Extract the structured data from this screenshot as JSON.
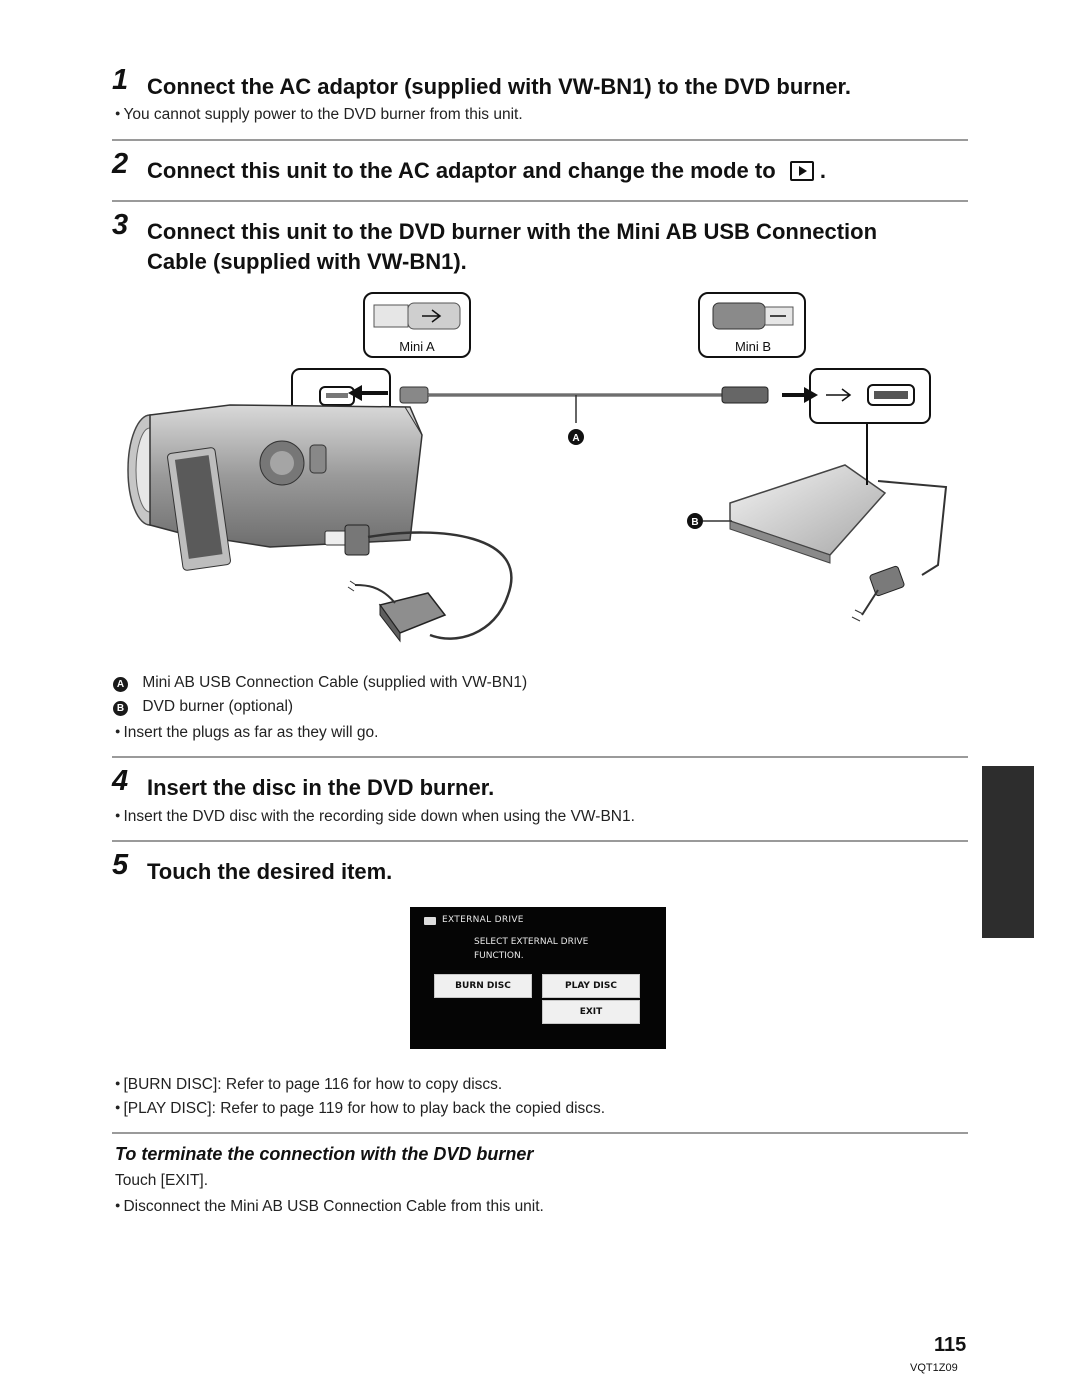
{
  "steps": [
    {
      "num": "1",
      "title": "Connect the AC adaptor (supplied with VW-BN1) to the DVD burner.",
      "note": "You cannot supply power to the DVD burner from this unit."
    },
    {
      "num": "2",
      "title": "Connect this unit to the AC adaptor and change the mode to",
      "title_end": "."
    },
    {
      "num": "3",
      "title": "Connect this unit to the DVD burner with the Mini AB USB Connection",
      "title_line2": "Cable (supplied with VW-BN1)."
    },
    {
      "num": "4",
      "title": "Insert the disc in the DVD burner.",
      "note": "Insert the DVD disc with the recording side down when using the VW-BN1."
    },
    {
      "num": "5",
      "title": "Touch the desired item."
    }
  ],
  "diagram": {
    "mini_a_label": "Mini A",
    "mini_b_label": "Mini B",
    "callout_a": "A",
    "callout_b": "B",
    "legend": [
      {
        "badge": "A",
        "text": "Mini AB USB Connection Cable (supplied with VW-BN1)"
      },
      {
        "badge": "B",
        "text": "DVD burner (optional)"
      }
    ],
    "note": "Insert the plugs as far as they will go."
  },
  "screen": {
    "header": "EXTERNAL DRIVE",
    "message_line1": "SELECT EXTERNAL DRIVE",
    "message_line2": "FUNCTION.",
    "buttons": {
      "burn": "BURN DISC",
      "play": "PLAY DISC",
      "exit": "EXIT"
    }
  },
  "after_screen_notes": [
    "[BURN DISC]: Refer to page 116 for how to copy discs.",
    "[PLAY DISC]: Refer to page 119 for how to play back the copied discs."
  ],
  "terminate": {
    "heading": "To terminate the connection with the DVD burner",
    "text": "Touch [EXIT].",
    "note": "Disconnect the Mini AB USB Connection Cable from this unit."
  },
  "footer": {
    "page_number": "115",
    "model_code": "VQT1Z09"
  }
}
